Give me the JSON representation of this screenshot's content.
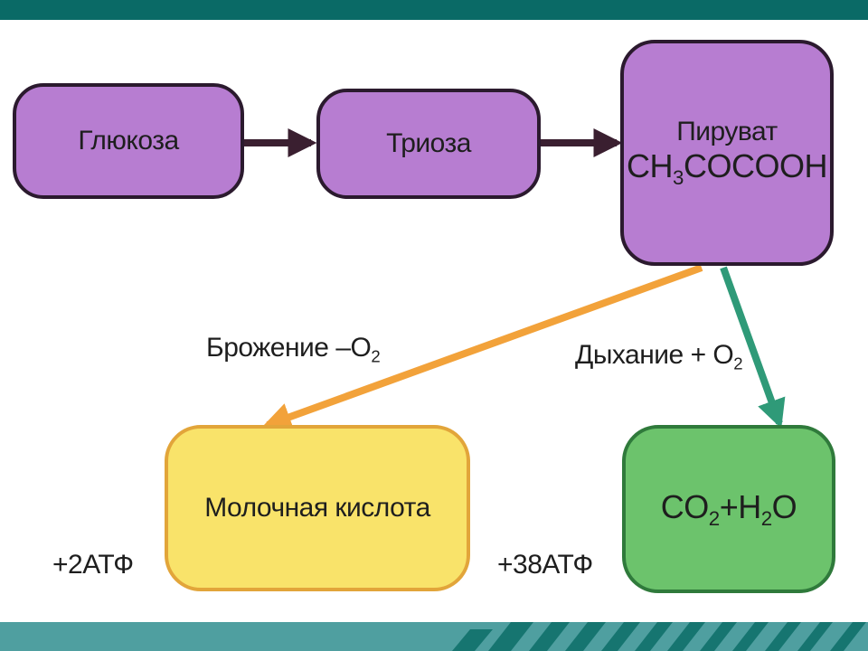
{
  "nodes": {
    "glucose": "Глюкоза",
    "triose": "Триоза",
    "pyruvate": {
      "name": "Пируват",
      "formula_a": "CH",
      "formula_sub": "3",
      "formula_b": "COCOOH"
    },
    "lactic_acid": "Молочная кислота",
    "products": {
      "a": "CO",
      "a_sub": "2",
      "plus": "+H",
      "b_sub": "2",
      "b": "O"
    }
  },
  "edges": {
    "fermentation": {
      "label": "Брожение –O",
      "sub": "2"
    },
    "respiration": {
      "label": "Дыхание + O",
      "sub": "2"
    }
  },
  "yields": {
    "fermentation": "+2АТФ",
    "respiration": "+38АТФ"
  },
  "colors": {
    "violet_box": "#b77dd1",
    "yellow_box": "#f9e36a",
    "green_box": "#6cc36c",
    "fermentation_arrow": "#f2a23a",
    "respiration_arrow": "#2f9a78",
    "main_arrow": "#3a1f30",
    "top_bar": "#0a6a66",
    "bottom_bar": "#4f9fa0"
  }
}
